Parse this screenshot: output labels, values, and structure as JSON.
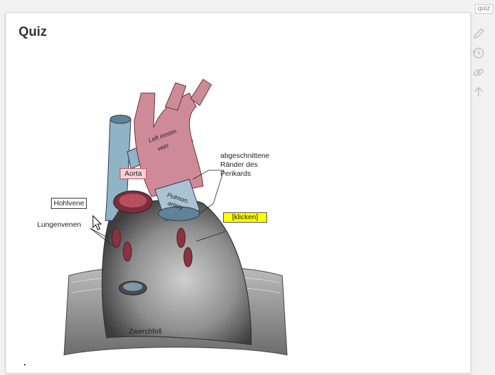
{
  "corner_tag": "quiz",
  "title": "Quiz",
  "tools": [
    "pencil-icon",
    "history-icon",
    "link-icon",
    "arrow-up-icon"
  ],
  "figure": {
    "labels": {
      "aorta": "Aorta",
      "hohlvene": "Hohlvene",
      "lungenvenen": "Lungenvenen",
      "zwerchfell": "Zwerchfell",
      "cut_edges_line1": "abgeschnittene",
      "cut_edges_line2": "Ränder des",
      "cut_edges_line3": "Perikards",
      "click": "[klicken]",
      "left_innom_line1": "Left innom.",
      "left_innom_line2": "vein",
      "pulmon_line1": "Pulmon.",
      "pulmon_line2": "artery"
    }
  }
}
